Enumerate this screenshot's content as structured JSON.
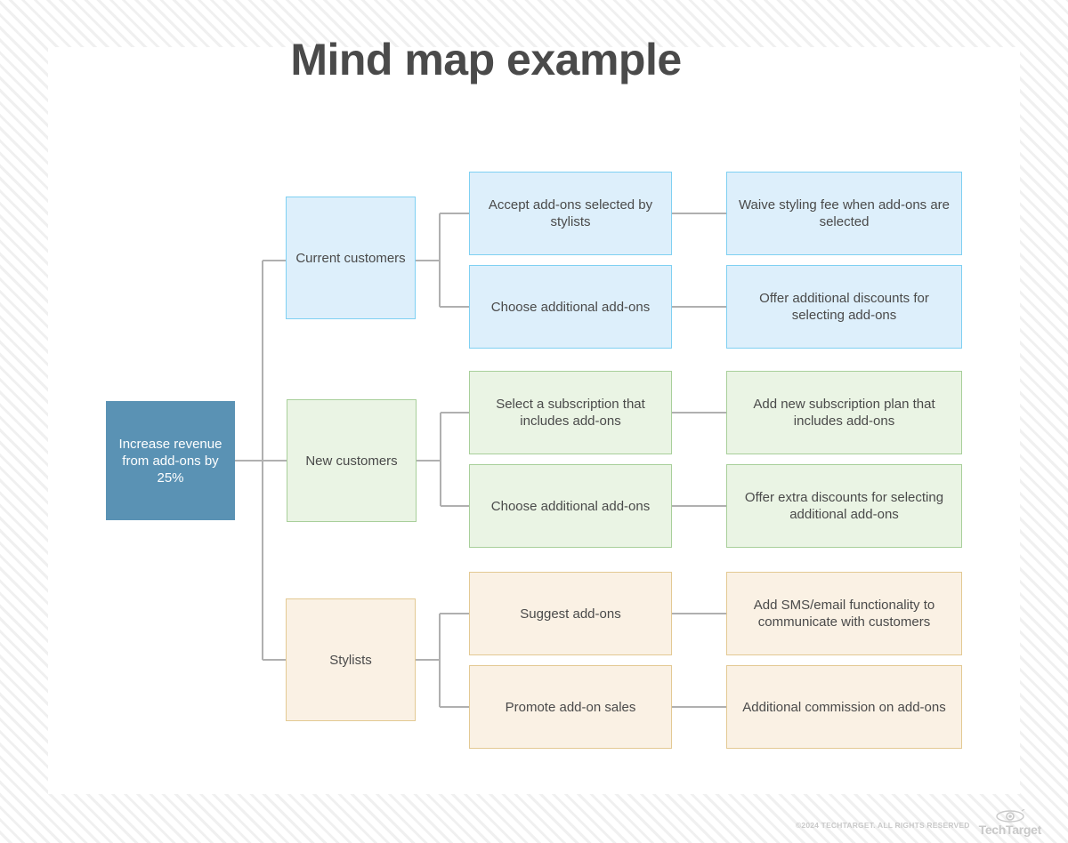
{
  "page": {
    "title": "Mind map example",
    "background_pattern": "diagonal-stripes",
    "card_background": "#ffffff"
  },
  "colors": {
    "root_fill": "#5a92b4",
    "root_text": "#ffffff",
    "blue_fill": "#ddeffb",
    "blue_border": "#7fd0f2",
    "green_fill": "#eaf4e4",
    "green_border": "#a8cf9a",
    "cream_fill": "#faf1e4",
    "cream_border": "#e3c993",
    "connector": "#b0b0b0",
    "text": "#4a4a4a"
  },
  "mindmap": {
    "root": {
      "label": "Increase revenue from add-ons by 25%"
    },
    "branches": [
      {
        "label": "Current customers",
        "theme": "blue",
        "children": [
          {
            "label": "Accept add-ons selected by stylists",
            "children": [
              {
                "label": "Waive styling fee when add-ons are selected"
              }
            ]
          },
          {
            "label": "Choose additional add-ons",
            "children": [
              {
                "label": "Offer additional discounts for selecting add-ons"
              }
            ]
          }
        ]
      },
      {
        "label": "New customers",
        "theme": "green",
        "children": [
          {
            "label": "Select a subscription that includes add-ons",
            "children": [
              {
                "label": "Add new subscription plan that includes add-ons"
              }
            ]
          },
          {
            "label": "Choose additional add-ons",
            "children": [
              {
                "label": "Offer extra discounts for selecting additional add-ons"
              }
            ]
          }
        ]
      },
      {
        "label": "Stylists",
        "theme": "cream",
        "children": [
          {
            "label": "Suggest add-ons",
            "children": [
              {
                "label": "Add SMS/email functionality to communicate with customers"
              }
            ]
          },
          {
            "label": "Promote add-on sales",
            "children": [
              {
                "label": "Additional commission on add-ons"
              }
            ]
          }
        ]
      }
    ]
  },
  "footer": {
    "copyright": "©2024 TECHTARGET. ALL RIGHTS RESERVED",
    "logo_text": "TechTarget",
    "logo_icon": "eye-icon"
  }
}
